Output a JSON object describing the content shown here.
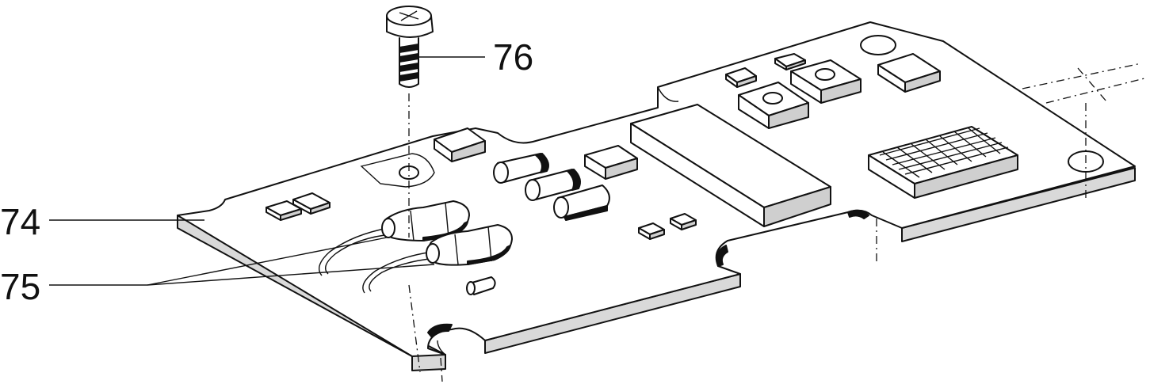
{
  "diagram": {
    "callouts": [
      {
        "id": "74",
        "label": "74"
      },
      {
        "id": "75",
        "label": "75"
      },
      {
        "id": "76",
        "label": "76"
      }
    ],
    "colors": {
      "line": "#111111",
      "board_face": "#ffffff",
      "board_edge": "#d9d9d9",
      "component_side": "#cfcfcf",
      "background": "#ffffff"
    }
  }
}
